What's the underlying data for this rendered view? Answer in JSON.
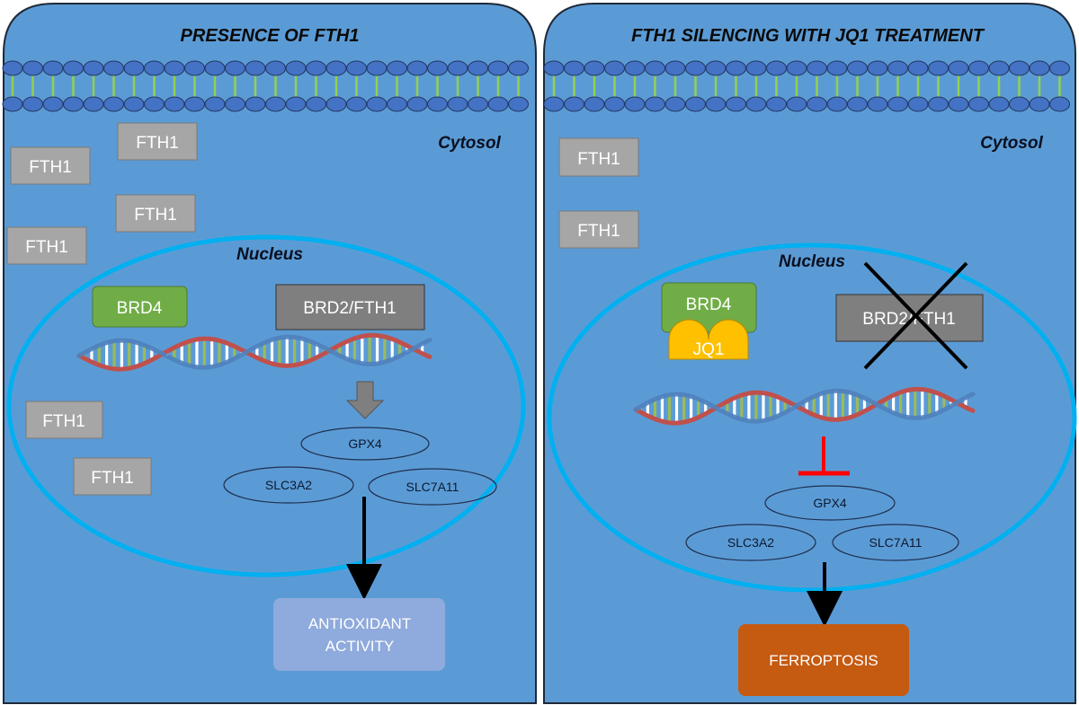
{
  "colors": {
    "cell_fill": "#5b9bd5",
    "cell_stroke": "#1f2937",
    "nucleus_stroke": "#00b0f0",
    "membrane_head": "#4472c4",
    "membrane_tail": "#92d050",
    "protein_box": "#a6a6a6",
    "brd2_box": "#7f7f7f",
    "brd4_box": "#70ad47",
    "jq1": "#ffc000",
    "antioxidant": "#8faadc",
    "ferroptosis": "#c55a11",
    "inhibit": "#ff0000",
    "arrow_gray": "#7f7f7f"
  },
  "panels": [
    {
      "title": "PRESENCE OF FTH1",
      "cytosol_label": "Cytosol",
      "nucleus_label": "Nucleus",
      "fth1_boxes": [
        "FTH1",
        "FTH1",
        "FTH1",
        "FTH1",
        "FTH1",
        "FTH1"
      ],
      "brd4_label": "BRD4",
      "brd2_label": "BRD2/FTH1",
      "genes": [
        "GPX4",
        "SLC3A2",
        "SLC7A11"
      ],
      "outcome": [
        "ANTIOXIDANT",
        "ACTIVITY"
      ]
    },
    {
      "title": "FTH1 SILENCING WITH JQ1 TREATMENT",
      "cytosol_label": "Cytosol",
      "nucleus_label": "Nucleus",
      "fth1_boxes": [
        "FTH1",
        "FTH1"
      ],
      "brd4_label": "BRD4",
      "jq1_label": "JQ1",
      "brd2_label": "BRD2/FTH1",
      "genes": [
        "GPX4",
        "SLC3A2",
        "SLC7A11"
      ],
      "outcome": [
        "FERROPTOSIS"
      ]
    }
  ]
}
